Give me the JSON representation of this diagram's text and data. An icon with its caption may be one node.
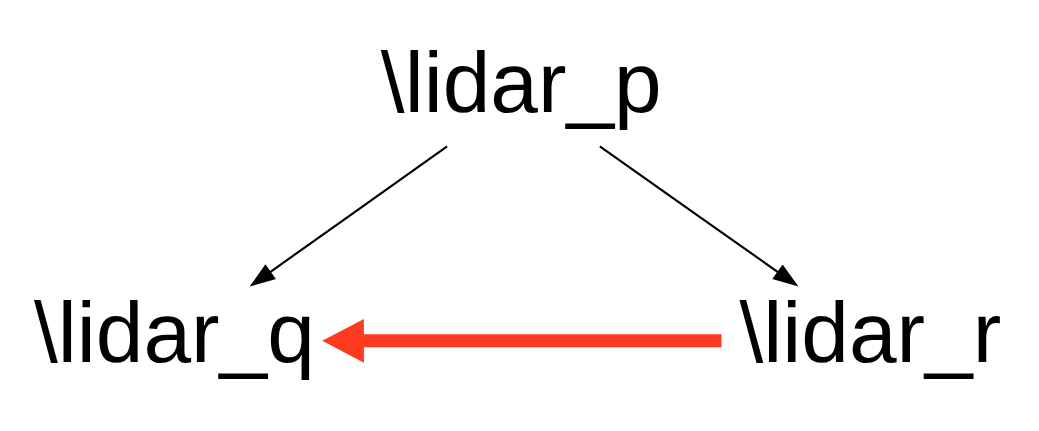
{
  "diagram": {
    "nodes": [
      {
        "text": [
          "\\lidar_p"
        ]
      },
      {
        "text": [
          "\\lidar_q"
        ]
      },
      {
        "text": [
          "\\lidar_r"
        ]
      }
    ],
    "edges": [
      {
        "from": 0,
        "to": 1,
        "arrow": "to"
      },
      {
        "from": 0,
        "to": 2,
        "arrow": "to"
      },
      {
        "from": 2,
        "to": 1,
        "arrow": "to",
        "style": "thick",
        "color": "#ff3b1f"
      }
    ]
  }
}
